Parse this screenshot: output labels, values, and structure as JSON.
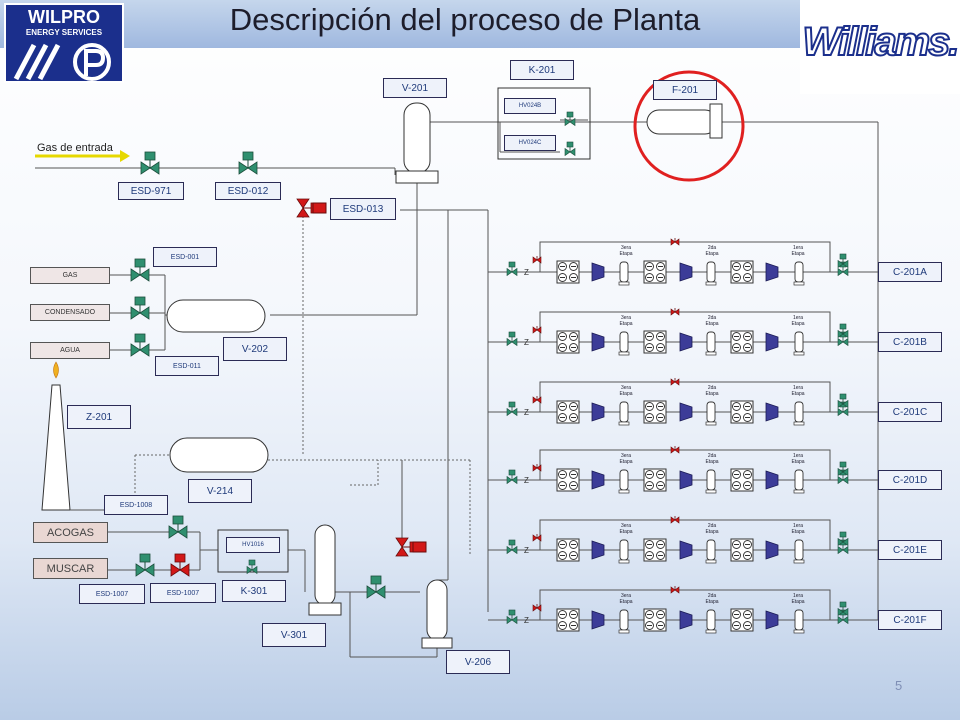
{
  "title": "Descripción del proceso de Planta",
  "logos": {
    "wilpro_top": "WILPRO",
    "wilpro_sub": "ENERGY SERVICES",
    "williams": "Williams."
  },
  "inlet": {
    "label": "Gas de entrada"
  },
  "valves": {
    "esd_971": "ESD-971",
    "esd_012": "ESD-012",
    "esd_013": "ESD-013",
    "esd_001": "ESD-001",
    "esd_011": "ESD-011",
    "esd_1008": "ESD-1008",
    "esd_1007_a": "ESD-1007",
    "esd_1007_b": "ESD-1007",
    "hv024b": "HV024B",
    "hv024c": "HV024C",
    "hv1016": "HV1016"
  },
  "equipment": {
    "v201": "V-201",
    "k201": "K-201",
    "f201": "F-201",
    "v202": "V-202",
    "z201": "Z-201",
    "v214": "V-214",
    "k301": "K-301",
    "v301": "V-301",
    "v206": "V-206"
  },
  "sources": {
    "gas": "GAS",
    "condensado": "CONDENSADO",
    "agua": "AGUA",
    "acogas": "ACOGAS",
    "muscar": "MUSCAR"
  },
  "stage_labels": {
    "third_a": "3era",
    "third_b": "Etapa",
    "second_a": "2da",
    "second_b": "Etapa",
    "first_a": "1era",
    "first_b": "Etapa"
  },
  "compressors": [
    {
      "label": "C-201A"
    },
    {
      "label": "C-201B"
    },
    {
      "label": "C-201C"
    },
    {
      "label": "C-201D"
    },
    {
      "label": "C-201E"
    },
    {
      "label": "C-201F"
    }
  ],
  "page_number": "5",
  "colors": {
    "valve_green": "#2f8f6f",
    "valve_red": "#d21818",
    "highlight_circle": "#e02020",
    "compressor_blue": "#3c3c98",
    "label_text": "#1f3a7a"
  }
}
